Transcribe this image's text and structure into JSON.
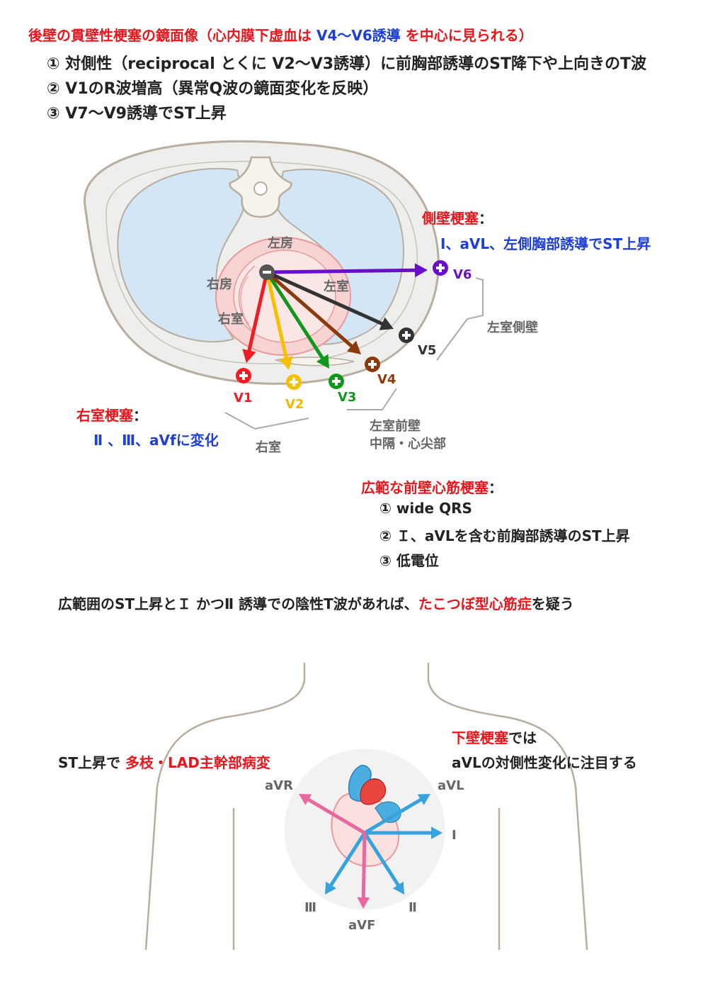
{
  "header": {
    "title_red": "後壁の貫壁性梗塞の鏡面像（心内膜下虚血は",
    "title_blue": "V4〜V6誘導",
    "title_red2": "を中心に見られる）",
    "items": [
      "① 対側性（reciprocal とくに V2〜V3誘導）に前胸部誘導のST降下や上向きのT波",
      "② V1のR波増高（異常Q波の鏡面変化を反映）",
      "③ V7〜V9誘導でST上昇"
    ]
  },
  "chest": {
    "labels": {
      "left_atrium": "左房",
      "right_atrium": "右房",
      "left_ventricle": "左室",
      "right_ventricle": "右室",
      "lv_lateral": "左室側壁",
      "right_ventricle_group": "右室",
      "lv_anterior_1": "左室前壁",
      "lv_anterior_2": "中隔・心尖部"
    },
    "leads": [
      {
        "name": "V1",
        "color": "#ee1c25"
      },
      {
        "name": "V2",
        "color": "#f6c000"
      },
      {
        "name": "V3",
        "color": "#11981c"
      },
      {
        "name": "V4",
        "color": "#8b3a0c"
      },
      {
        "name": "V5",
        "color": "#333333"
      },
      {
        "name": "V6",
        "color": "#6a0fc9"
      }
    ],
    "lateral": {
      "title": "側壁梗塞",
      "colon": "：",
      "desc": "Ⅰ、aVL、左側胸部誘導でST上昇"
    },
    "rv": {
      "title": "右室梗塞",
      "colon": "：",
      "desc": "Ⅱ 、Ⅲ、aVfに変化"
    }
  },
  "anterior": {
    "title": "広範な前壁心筋梗塞",
    "colon": "：",
    "items": [
      "① wide QRS",
      "② Ｉ、aVLを含む前胸部誘導のST上昇",
      "③ 低電位"
    ]
  },
  "takotsubo": {
    "text_black": "広範囲のST上昇とＩ かつⅡ 誘導での陰性T波があれば、",
    "text_red": "たこつぼ型心筋症",
    "text_black2": "を疑う"
  },
  "limb": {
    "left_black": "ST上昇で",
    "left_red": "多枝・LAD主幹部病変",
    "right_red": "下壁梗塞",
    "right_black": "では",
    "right_line2": "aVLの対側性変化に注目する",
    "leads": {
      "avr": "aVR",
      "avl": "aVL",
      "i": "Ⅰ",
      "ii": "Ⅱ",
      "iii": "Ⅲ",
      "avf": "aVF"
    }
  },
  "colors": {
    "red": "#e8161c",
    "blue": "#1d3fd6",
    "pink": "#e8679d",
    "cyan": "#36a3dc"
  }
}
